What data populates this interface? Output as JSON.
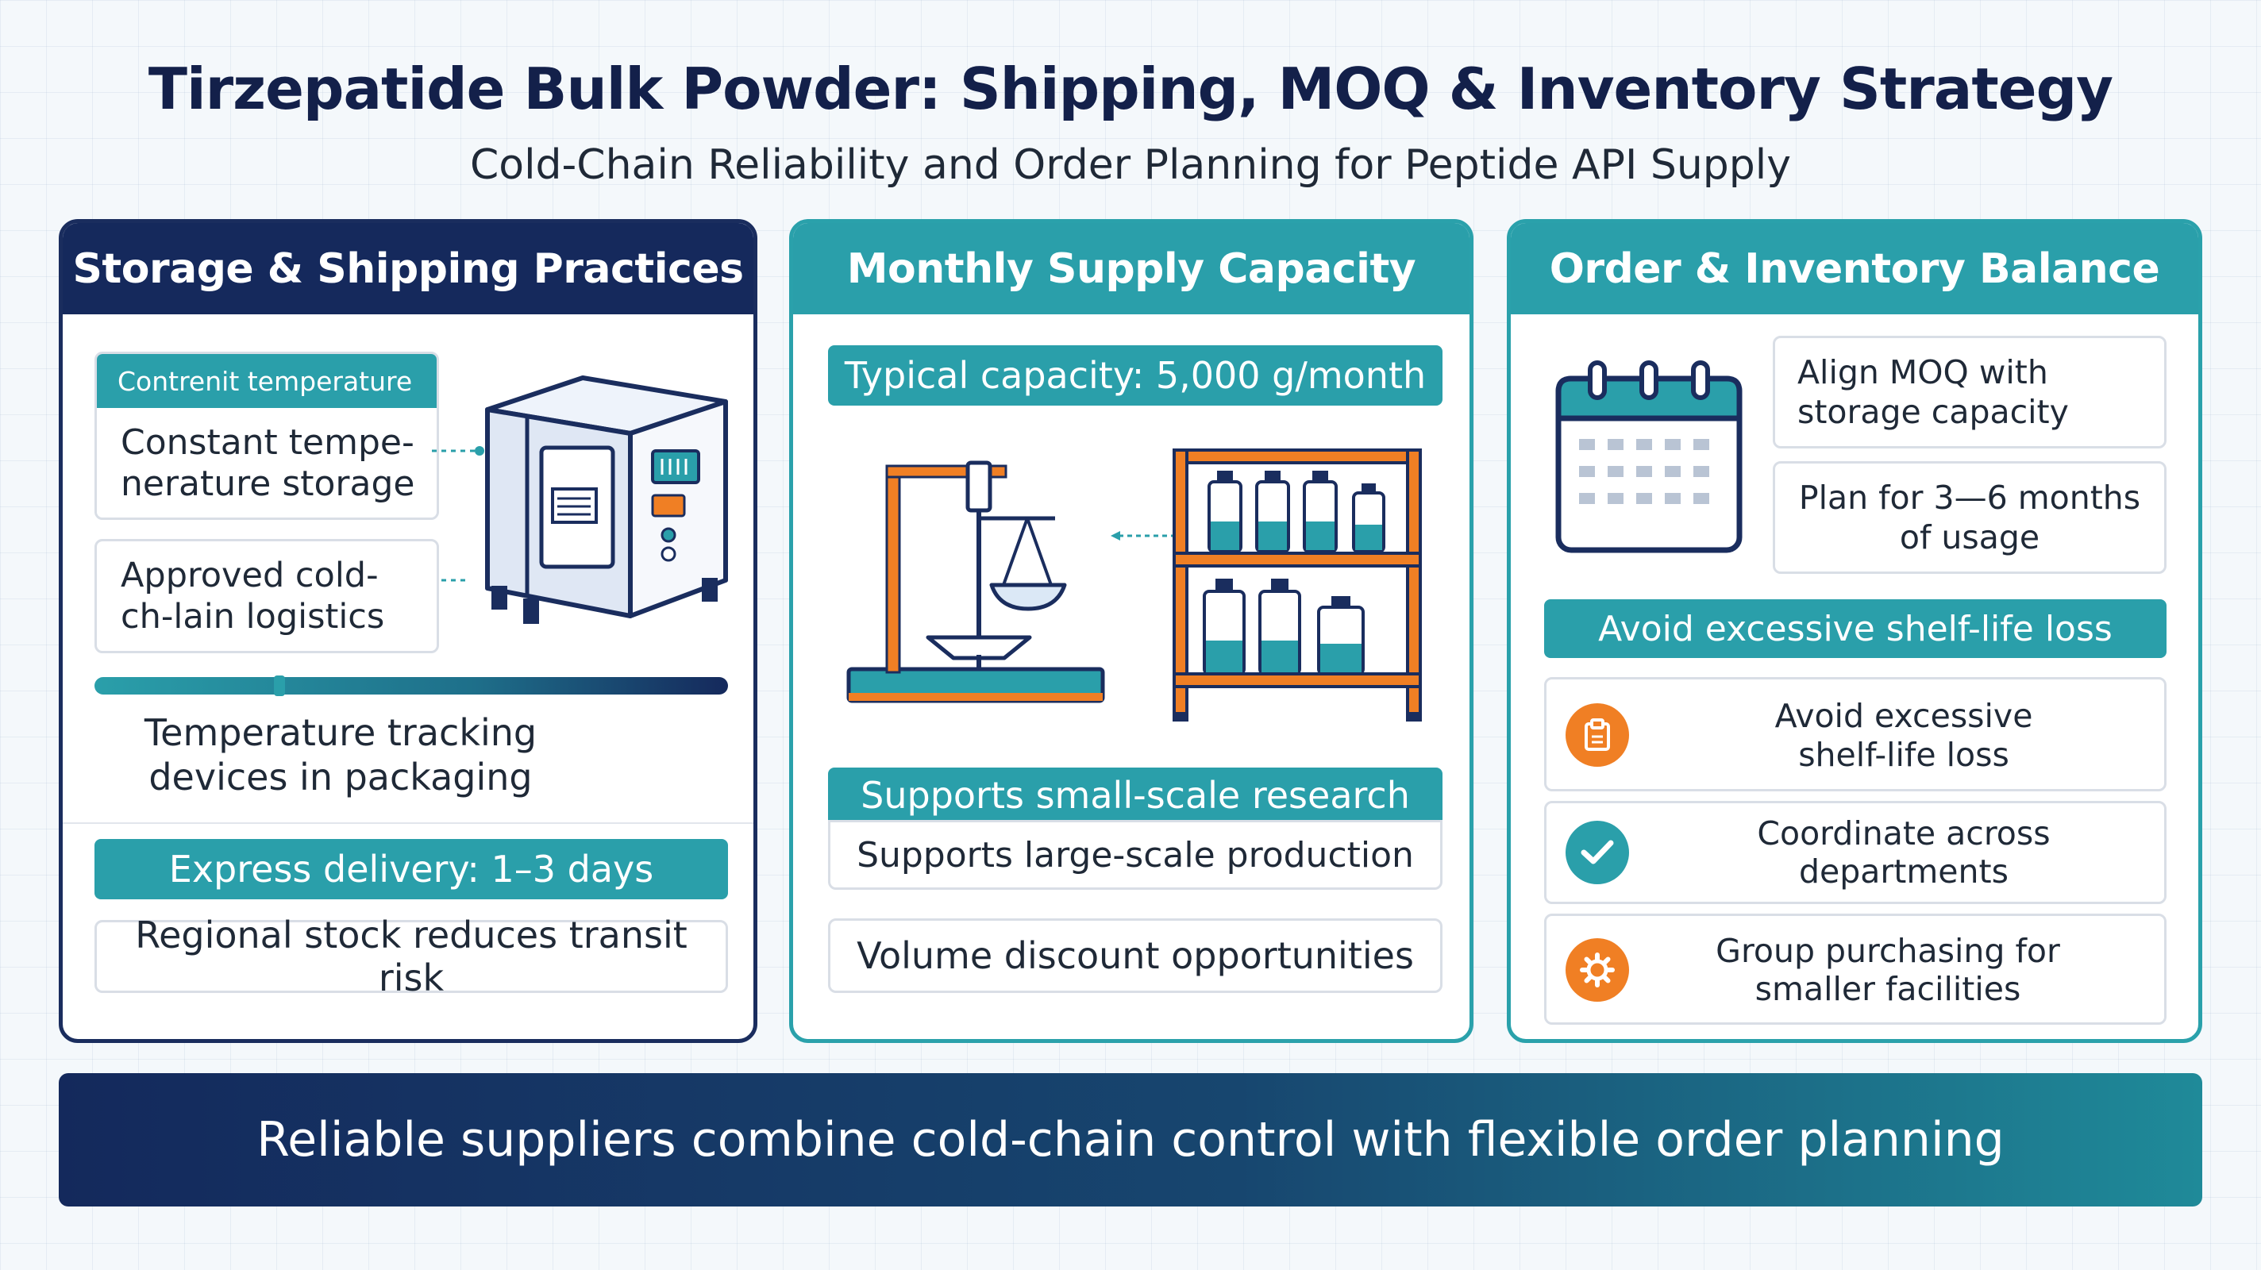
{
  "header": {
    "title": "Tirzepatide Bulk Powder: Shipping, MOQ & Inventory Strategy",
    "subtitle": "Cold-Chain Reliability and Order Planning for Peptide API Supply"
  },
  "storage_panel": {
    "heading": "Storage & Shipping Practices",
    "card_tab": "Contrenit temperature",
    "card_text": "Constant tempe-nerature storage",
    "logistics_text": "Approved cold-ch-lain logistics",
    "tracking_text": "Temperature tracking devices in packaging",
    "express_label": "Express delivery: 1–3 days",
    "regional_text": "Regional stock reduces transit risk"
  },
  "supply_panel": {
    "heading": "Monthly Supply Capacity",
    "capacity_label": "Typical capacity: 5,000 g/month",
    "small_scale_label": "Supports small-scale research",
    "large_scale_text": "Supports large-scale production",
    "discount_text": "Volume discount opportunities"
  },
  "inventory_panel": {
    "heading": "Order & Inventory Balance",
    "moq_text": "Align MOQ with storage capacity",
    "plan_text": "Plan for 3—6 months of usage",
    "shelf_bar_label": "Avoid excessive shelf-life loss",
    "items": [
      {
        "text": "Avoid excessive shelf-life loss",
        "icon": "clipboard-icon",
        "color": "#f07f24"
      },
      {
        "text": "Coordinate across departments",
        "icon": "checkmark-icon",
        "color": "#2a9faa"
      },
      {
        "text": "Group purchasing for smaller facilities",
        "icon": "gear-icon",
        "color": "#f07f24"
      }
    ]
  },
  "footer": {
    "text": "Reliable suppliers combine cold-chain control with flexible order planning"
  },
  "colors": {
    "navy": "#15295c",
    "teal": "#2a9faa",
    "orange": "#f07f24"
  }
}
